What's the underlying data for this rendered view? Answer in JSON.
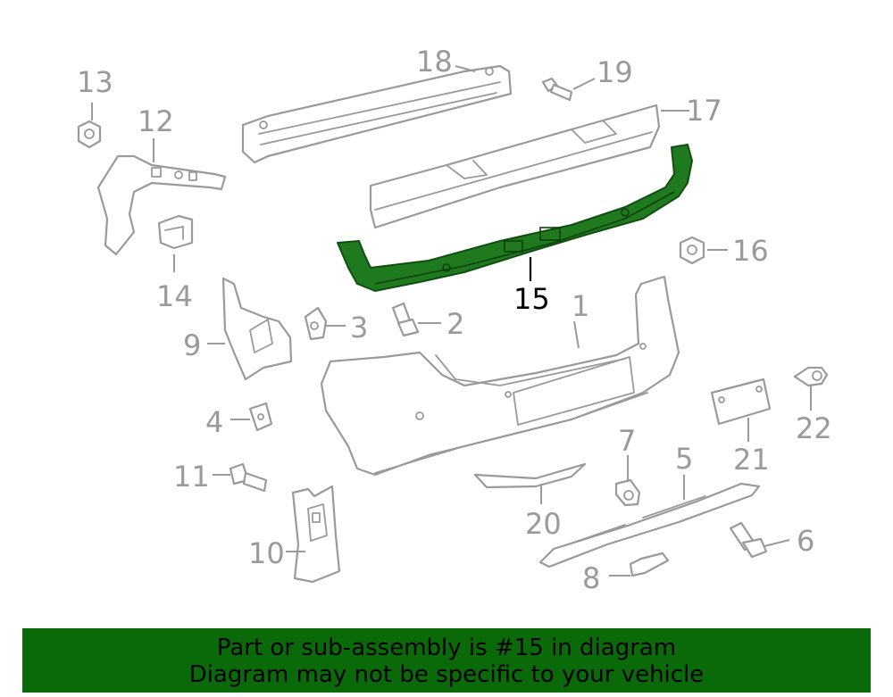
{
  "callouts": {
    "c1": "1",
    "c2": "2",
    "c3": "3",
    "c4": "4",
    "c5": "5",
    "c6": "6",
    "c7": "7",
    "c8": "8",
    "c9": "9",
    "c10": "10",
    "c11": "11",
    "c12": "12",
    "c13": "13",
    "c14": "14",
    "c15": "15",
    "c16": "16",
    "c17": "17",
    "c18": "18",
    "c19": "19",
    "c20": "20",
    "c21": "21",
    "c22": "22"
  },
  "highlighted_part": "15",
  "colors": {
    "highlight": "#1f7a1f",
    "banner": "#0a6a0a",
    "linework": "#9a9a9a"
  },
  "banner": {
    "line1": "Part or sub-assembly is #15 in diagram",
    "line2": "Diagram may not be specific to your vehicle"
  }
}
